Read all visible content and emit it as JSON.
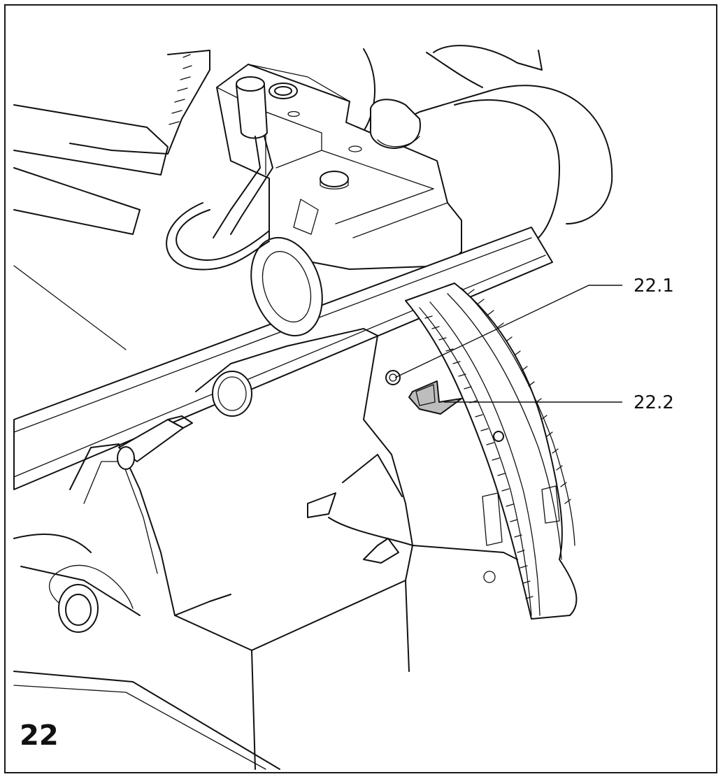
{
  "figure": {
    "number": "22",
    "callouts": [
      {
        "id": "22.1",
        "label": "22.1"
      },
      {
        "id": "22.2",
        "label": "22.2"
      }
    ],
    "line_color": "#111111",
    "highlight_color": "#bdbdbd"
  }
}
